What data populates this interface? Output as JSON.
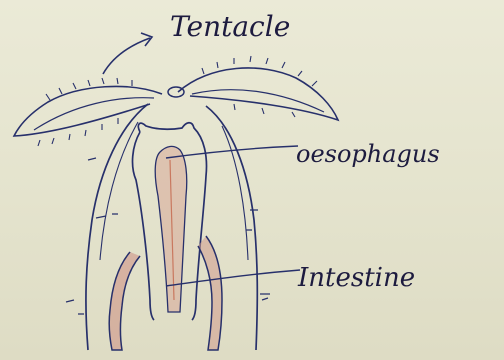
{
  "diagram": {
    "labels": {
      "tentacle": "Tentacle",
      "oesophagus": "oesophagus",
      "intestine": "Intestine"
    },
    "colors": {
      "ink": "#27306b",
      "gut_fill": "#cf9a8c",
      "paper": "#e7e6d2"
    }
  }
}
